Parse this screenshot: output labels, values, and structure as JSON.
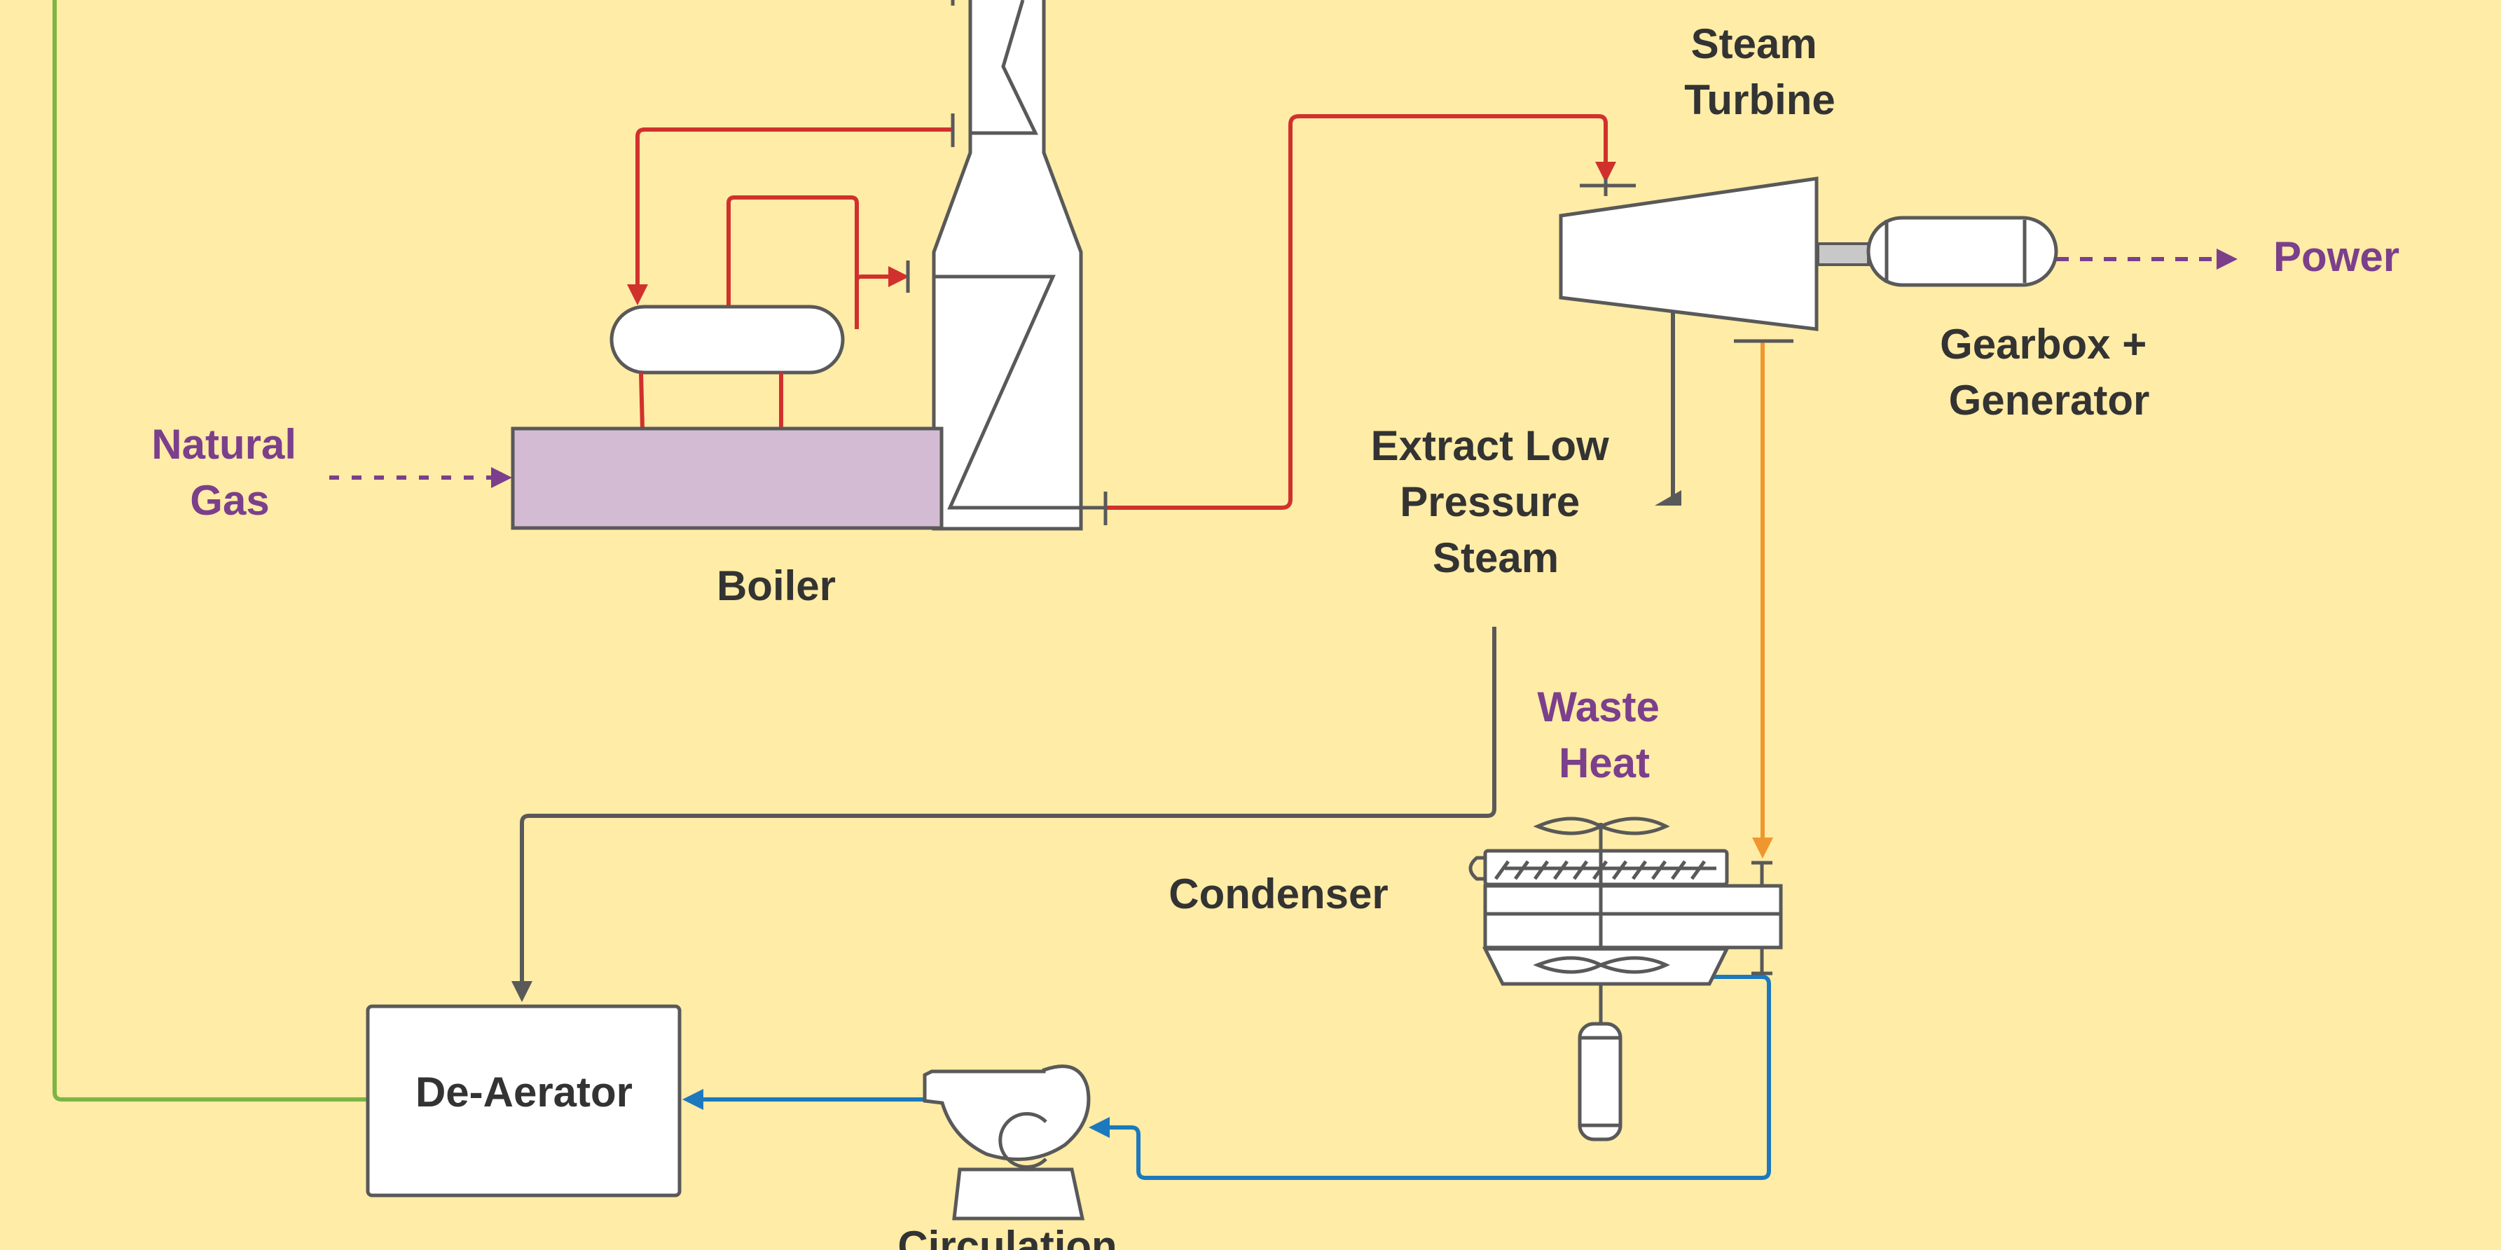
{
  "colors": {
    "background": "#FFECA6",
    "steam_red": "#D0312D",
    "extraction_orange": "#F0962F",
    "water_blue": "#1D79BD",
    "feedwater_green": "#7DB544",
    "outline_gray": "#595959",
    "energy_purple": "#7B3F8C",
    "boiler_fill": "#D2BBD3",
    "coupling_gray": "#C8C8C8"
  },
  "labels": {
    "steam_turbine": [
      "Steam",
      "Turbine"
    ],
    "power": "Power",
    "gearbox_generator": [
      "Gearbox +",
      "Generator"
    ],
    "natural_gas": [
      "Natural",
      "Gas"
    ],
    "boiler": "Boiler",
    "extract_lp_steam": [
      "Extract Low",
      "Pressure",
      "Steam"
    ],
    "waste_heat": [
      "Waste",
      "Heat"
    ],
    "condenser": "Condenser",
    "de_aerator": "De-Aerator",
    "circulation": "Circulation"
  },
  "icons": {
    "pump": "centrifugal-pump-icon",
    "fan": "fan-blade-icon",
    "drum": "steam-drum-icon",
    "turbine": "turbine-icon",
    "generator": "generator-icon"
  }
}
